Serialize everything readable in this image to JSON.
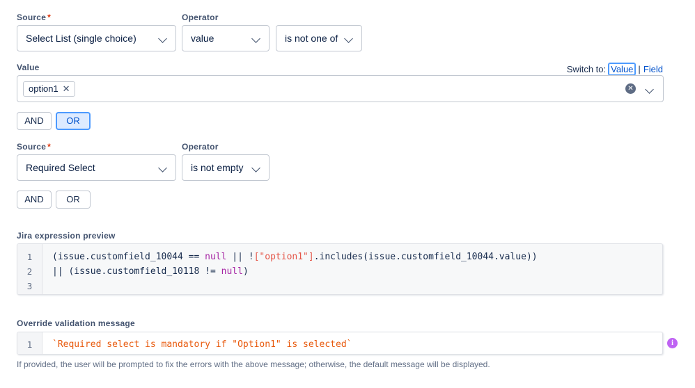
{
  "rule_rows": [
    {
      "source_label": "Source",
      "source_required": "*",
      "source_value": "Select List (single choice)",
      "operator_label": "Operator",
      "operator_value": "value",
      "comparator_value": "is not one of"
    },
    {
      "source_label": "Source",
      "source_required": "*",
      "source_value": "Required Select",
      "operator_label": "Operator",
      "operator_value": "is not empty"
    }
  ],
  "value_section": {
    "label": "Value",
    "chips": [
      {
        "text": "option1",
        "remove_icon": "close-icon"
      }
    ],
    "clear_icon": "clear-circle-icon",
    "dropdown_icon": "chevron-down-icon",
    "switch_to": {
      "prefix": "Switch to:",
      "option_value": "Value",
      "separator": "|",
      "option_field": "Field"
    }
  },
  "logic_buttons_row1": [
    {
      "label": "AND",
      "selected": false
    },
    {
      "label": "OR",
      "selected": true
    }
  ],
  "logic_buttons_row2": [
    {
      "label": "AND",
      "selected": false
    },
    {
      "label": "OR",
      "selected": false
    }
  ],
  "expression_preview": {
    "label": "Jira expression preview",
    "line_numbers": [
      "1",
      "2",
      "3"
    ],
    "line1": {
      "part1": "(issue.customfield_10044 == ",
      "null1": "null",
      "part2": " || !",
      "str1": "[\"option1\"]",
      "part3": ".includes(issue.customfield_10044.value))"
    },
    "line2": {
      "part1": "|| (issue.customfield_10118 != ",
      "null1": "null",
      "part2": ")"
    },
    "line3": ""
  },
  "override": {
    "label": "Override validation message",
    "line_number": "1",
    "value": "`Required select is mandatory if \"Option1\" is selected`",
    "info_icon": "info-icon",
    "helper_text": "If provided, the user will be prompted to fix the errors with the above message; otherwise, the default message will be displayed."
  },
  "colors": {
    "accent_blue": "#0052cc",
    "selected_bg": "#deebff",
    "selected_border": "#4c9aff",
    "required_red": "#de350b",
    "string_token": "#e45649",
    "null_token": "#a626a4",
    "message_text": "#e8590c",
    "info_purple": "#bf63f3",
    "border_grey": "#c1c7d0"
  }
}
